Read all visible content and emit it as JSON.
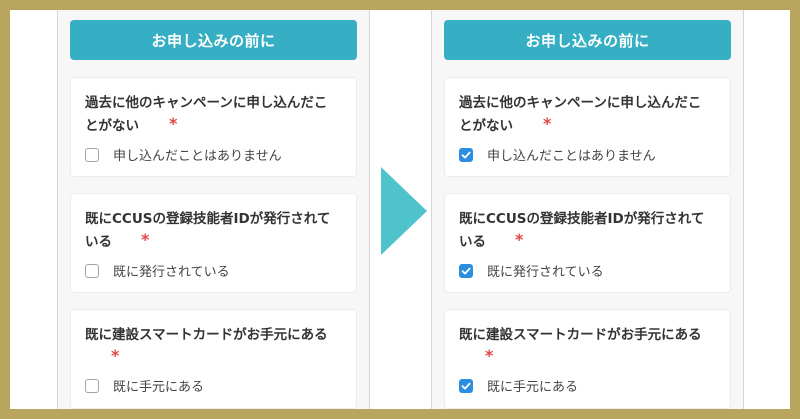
{
  "header": {
    "title": "お申し込みの前に"
  },
  "questions": [
    {
      "line1": "過去に他のキャンペーンに申し込んだこ",
      "line2": "とがない",
      "required_mark": "*",
      "option_label": "申し込んだことはありません"
    },
    {
      "line1": "既にCCUSの登録技能者IDが発行されて",
      "line2": "いる",
      "required_mark": "*",
      "option_label": "既に発行されている"
    },
    {
      "line1": "既に建設スマートカードがお手元にある",
      "line2": "",
      "required_mark": "*",
      "option_label": "既に手元にある"
    }
  ],
  "states": {
    "before": {
      "checked": [
        false,
        false,
        false
      ]
    },
    "after": {
      "checked": [
        true,
        true,
        true
      ]
    }
  },
  "colors": {
    "frame": "#b8a55e",
    "accent": "#36aec3",
    "arrow": "#4ec3cc",
    "required": "#e04747",
    "checkbox_checked": "#2b8ee0"
  },
  "icons": {
    "transition": "right-arrow-icon",
    "check": "check-icon"
  }
}
